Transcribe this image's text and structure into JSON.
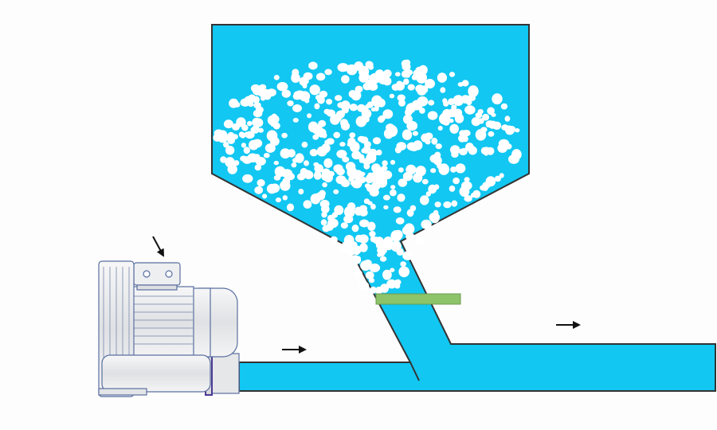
{
  "colors": {
    "background": "#fdfdfd",
    "fluid": "#12c7f2",
    "outline": "#333333",
    "pellet": "#ffffff",
    "valve": "#8dc46a",
    "blower_body": "#e9eaec",
    "blower_line": "#5a6fa0",
    "arrow": "#111111"
  },
  "components": {
    "hopper": {
      "icon": "hopper-with-pellets"
    },
    "blower": {
      "icon": "side-channel-blower"
    },
    "valve": {
      "icon": "slide-gate-valve"
    },
    "inlet_pipe": {
      "icon": "horizontal-pipe"
    },
    "outlet_pipe": {
      "icon": "horizontal-pipe"
    }
  },
  "flow_arrows": [
    {
      "id": "air-intake",
      "direction": "down-right"
    },
    {
      "id": "inlet-flow",
      "direction": "right"
    },
    {
      "id": "outlet-flow",
      "direction": "right"
    }
  ]
}
